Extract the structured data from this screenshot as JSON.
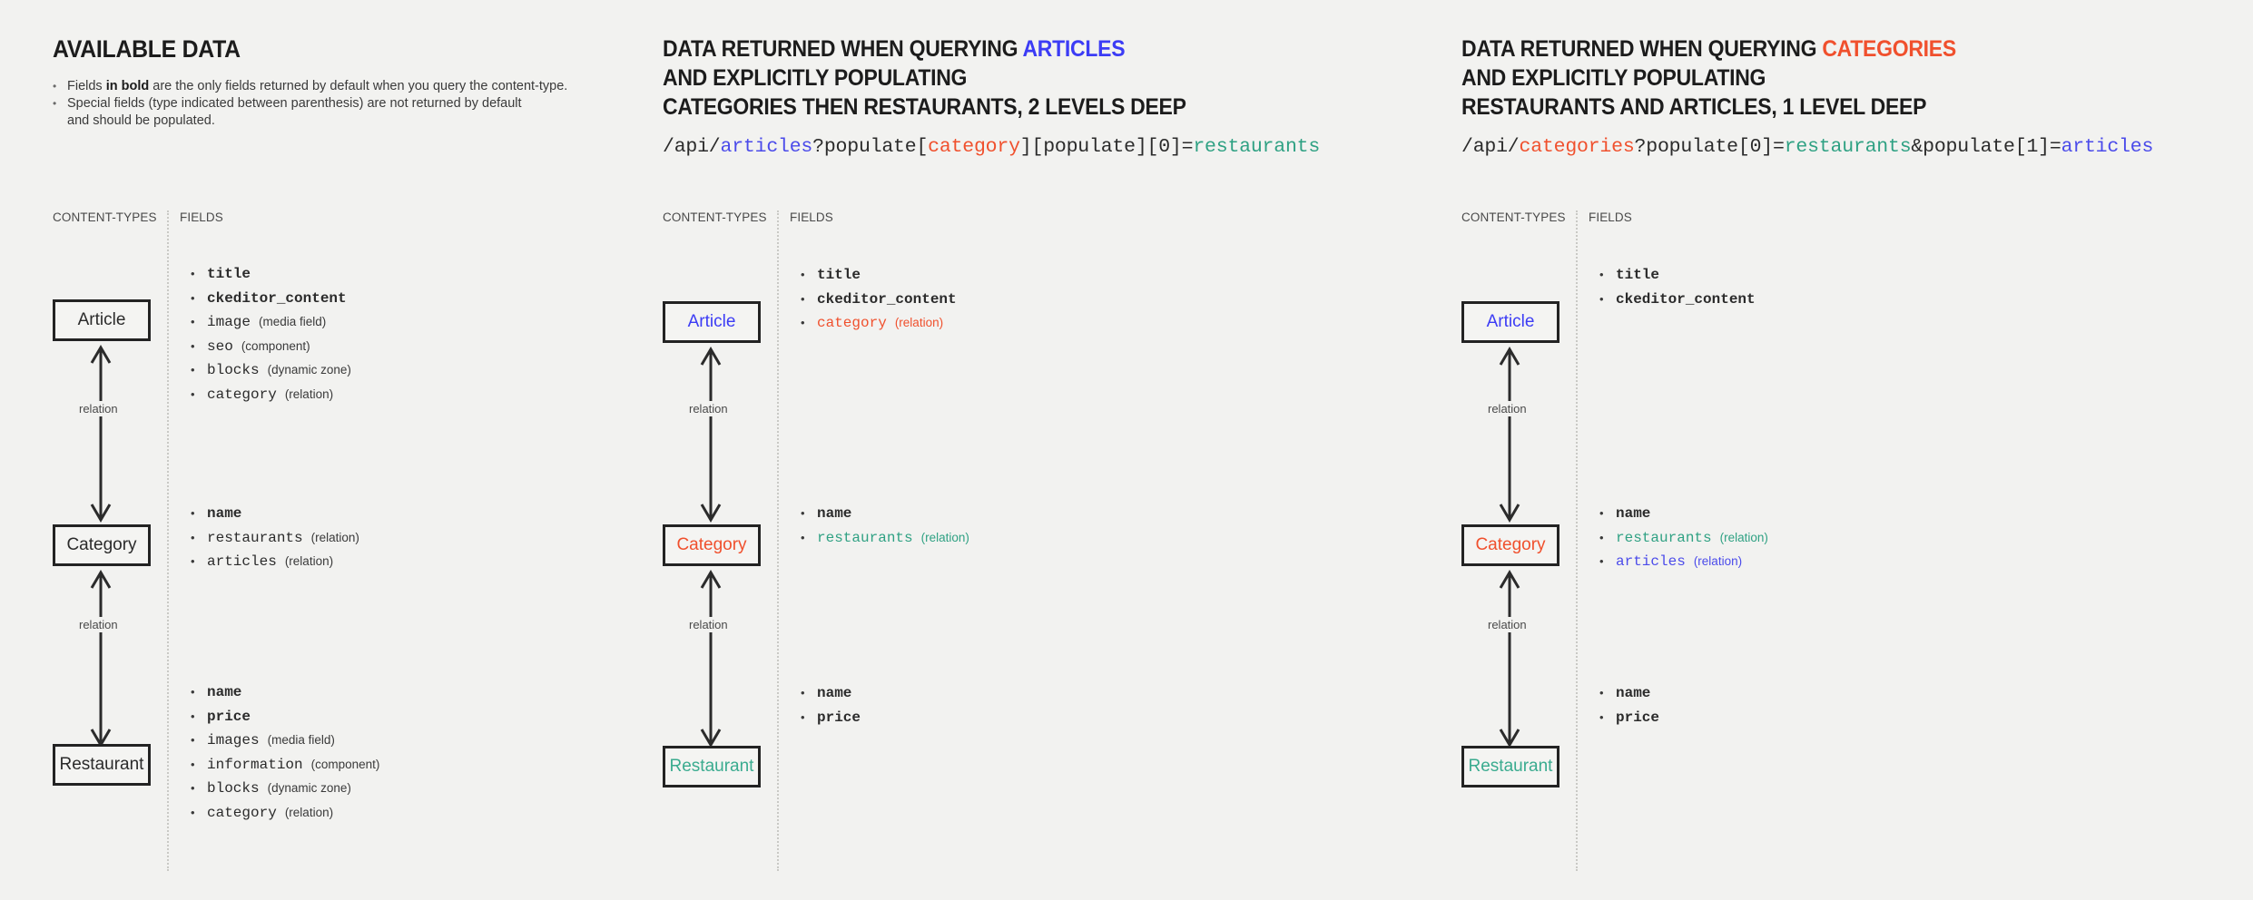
{
  "colors": {
    "background": "#f2f2f0",
    "articles": "#3c3cf5",
    "categories": "#f0502d",
    "restaurants": "#3aab8f",
    "box_border": "#232323",
    "text": "#2b2b2b",
    "divider": "#c9c9c5"
  },
  "columns": [
    {
      "id": "available-data",
      "heading_lines": [
        {
          "segments": [
            {
              "text": "AVAILABLE DATA",
              "color": "default"
            }
          ]
        }
      ],
      "notes": [
        {
          "prefix": "Fields ",
          "bold": "in bold",
          "suffix": " are the only fields returned by default when you query the content-type."
        },
        {
          "prefix": "Special fields (type indicated between parenthesis) are not returned by default",
          "bold": "",
          "suffix": ""
        }
      ],
      "note_continuation": "and should be populated.",
      "sublabel_content_types": "CONTENT-TYPES",
      "sublabel_fields": "FIELDS",
      "entities": [
        {
          "name": "Article",
          "color": "default",
          "fields": [
            {
              "name": "title",
              "type": "",
              "bold": true,
              "color": "default"
            },
            {
              "name": "ckeditor_content",
              "type": "",
              "bold": true,
              "color": "default"
            },
            {
              "name": "image",
              "type": "(media field)",
              "bold": false,
              "color": "default"
            },
            {
              "name": "seo",
              "type": "(component)",
              "bold": false,
              "color": "default"
            },
            {
              "name": "blocks",
              "type": "(dynamic zone)",
              "bold": false,
              "color": "default"
            },
            {
              "name": "category",
              "type": "(relation)",
              "bold": false,
              "color": "default"
            }
          ]
        },
        {
          "name": "Category",
          "color": "default",
          "fields": [
            {
              "name": "name",
              "type": "",
              "bold": true,
              "color": "default"
            },
            {
              "name": "restaurants",
              "type": "(relation)",
              "bold": false,
              "color": "default"
            },
            {
              "name": "articles",
              "type": "(relation)",
              "bold": false,
              "color": "default"
            }
          ]
        },
        {
          "name": "Restaurant",
          "color": "default",
          "fields": [
            {
              "name": "name",
              "type": "",
              "bold": true,
              "color": "default"
            },
            {
              "name": "price",
              "type": "",
              "bold": true,
              "color": "default"
            },
            {
              "name": "images",
              "type": "(media field)",
              "bold": false,
              "color": "default"
            },
            {
              "name": "information",
              "type": "(component)",
              "bold": false,
              "color": "default"
            },
            {
              "name": "blocks",
              "type": "(dynamic zone)",
              "bold": false,
              "color": "default"
            },
            {
              "name": "category",
              "type": "(relation)",
              "bold": false,
              "color": "default"
            }
          ]
        }
      ],
      "relation_labels": [
        "relation",
        "relation"
      ]
    },
    {
      "id": "query-articles",
      "heading_lines": [
        {
          "segments": [
            {
              "text": "DATA RETURNED WHEN QUERYING ",
              "color": "default"
            },
            {
              "text": "ARTICLES",
              "color": "blue"
            }
          ]
        },
        {
          "segments": [
            {
              "text": "AND EXPLICITLY POPULATING",
              "color": "default"
            }
          ]
        },
        {
          "segments": [
            {
              "text": "CATEGORIES THEN RESTAURANTS, 2 LEVELS DEEP",
              "color": "default"
            }
          ]
        }
      ],
      "api_url": [
        {
          "text": "/api/",
          "color": "default"
        },
        {
          "text": "articles",
          "color": "blue"
        },
        {
          "text": "?populate[",
          "color": "default"
        },
        {
          "text": "category",
          "color": "red"
        },
        {
          "text": "][populate][0]=",
          "color": "default"
        },
        {
          "text": "restaurants",
          "color": "teal"
        }
      ],
      "sublabel_content_types": "CONTENT-TYPES",
      "sublabel_fields": "FIELDS",
      "entities": [
        {
          "name": "Article",
          "color": "blue",
          "fields": [
            {
              "name": "title",
              "type": "",
              "bold": true,
              "color": "default"
            },
            {
              "name": "ckeditor_content",
              "type": "",
              "bold": true,
              "color": "default"
            },
            {
              "name": "category",
              "type": "(relation)",
              "bold": false,
              "color": "red"
            }
          ]
        },
        {
          "name": "Category",
          "color": "red",
          "fields": [
            {
              "name": "name",
              "type": "",
              "bold": true,
              "color": "default"
            },
            {
              "name": "restaurants",
              "type": "(relation)",
              "bold": false,
              "color": "teal"
            }
          ]
        },
        {
          "name": "Restaurant",
          "color": "teal",
          "fields": [
            {
              "name": "name",
              "type": "",
              "bold": true,
              "color": "default"
            },
            {
              "name": "price",
              "type": "",
              "bold": true,
              "color": "default"
            }
          ]
        }
      ],
      "relation_labels": [
        "relation",
        "relation"
      ]
    },
    {
      "id": "query-categories",
      "heading_lines": [
        {
          "segments": [
            {
              "text": "DATA RETURNED WHEN QUERYING ",
              "color": "default"
            },
            {
              "text": "CATEGORIES",
              "color": "red"
            }
          ]
        },
        {
          "segments": [
            {
              "text": "AND EXPLICITLY POPULATING",
              "color": "default"
            }
          ]
        },
        {
          "segments": [
            {
              "text": "RESTAURANTS AND ARTICLES, 1 LEVEL DEEP",
              "color": "default"
            }
          ]
        }
      ],
      "api_url": [
        {
          "text": "/api/",
          "color": "default"
        },
        {
          "text": "categories",
          "color": "red"
        },
        {
          "text": "?populate[0]=",
          "color": "default"
        },
        {
          "text": "restaurants",
          "color": "teal"
        },
        {
          "text": "&populate[1]=",
          "color": "default"
        },
        {
          "text": "articles",
          "color": "blue"
        }
      ],
      "sublabel_content_types": "CONTENT-TYPES",
      "sublabel_fields": "FIELDS",
      "entities": [
        {
          "name": "Article",
          "color": "blue",
          "fields": [
            {
              "name": "title",
              "type": "",
              "bold": true,
              "color": "default"
            },
            {
              "name": "ckeditor_content",
              "type": "",
              "bold": true,
              "color": "default"
            }
          ]
        },
        {
          "name": "Category",
          "color": "red",
          "fields": [
            {
              "name": "name",
              "type": "",
              "bold": true,
              "color": "default"
            },
            {
              "name": "restaurants",
              "type": "(relation)",
              "bold": false,
              "color": "teal"
            },
            {
              "name": "articles",
              "type": "(relation)",
              "bold": false,
              "color": "blue"
            }
          ]
        },
        {
          "name": "Restaurant",
          "color": "teal",
          "fields": [
            {
              "name": "name",
              "type": "",
              "bold": true,
              "color": "default"
            },
            {
              "name": "price",
              "type": "",
              "bold": true,
              "color": "default"
            }
          ]
        }
      ],
      "relation_labels": [
        "relation",
        "relation"
      ]
    }
  ]
}
